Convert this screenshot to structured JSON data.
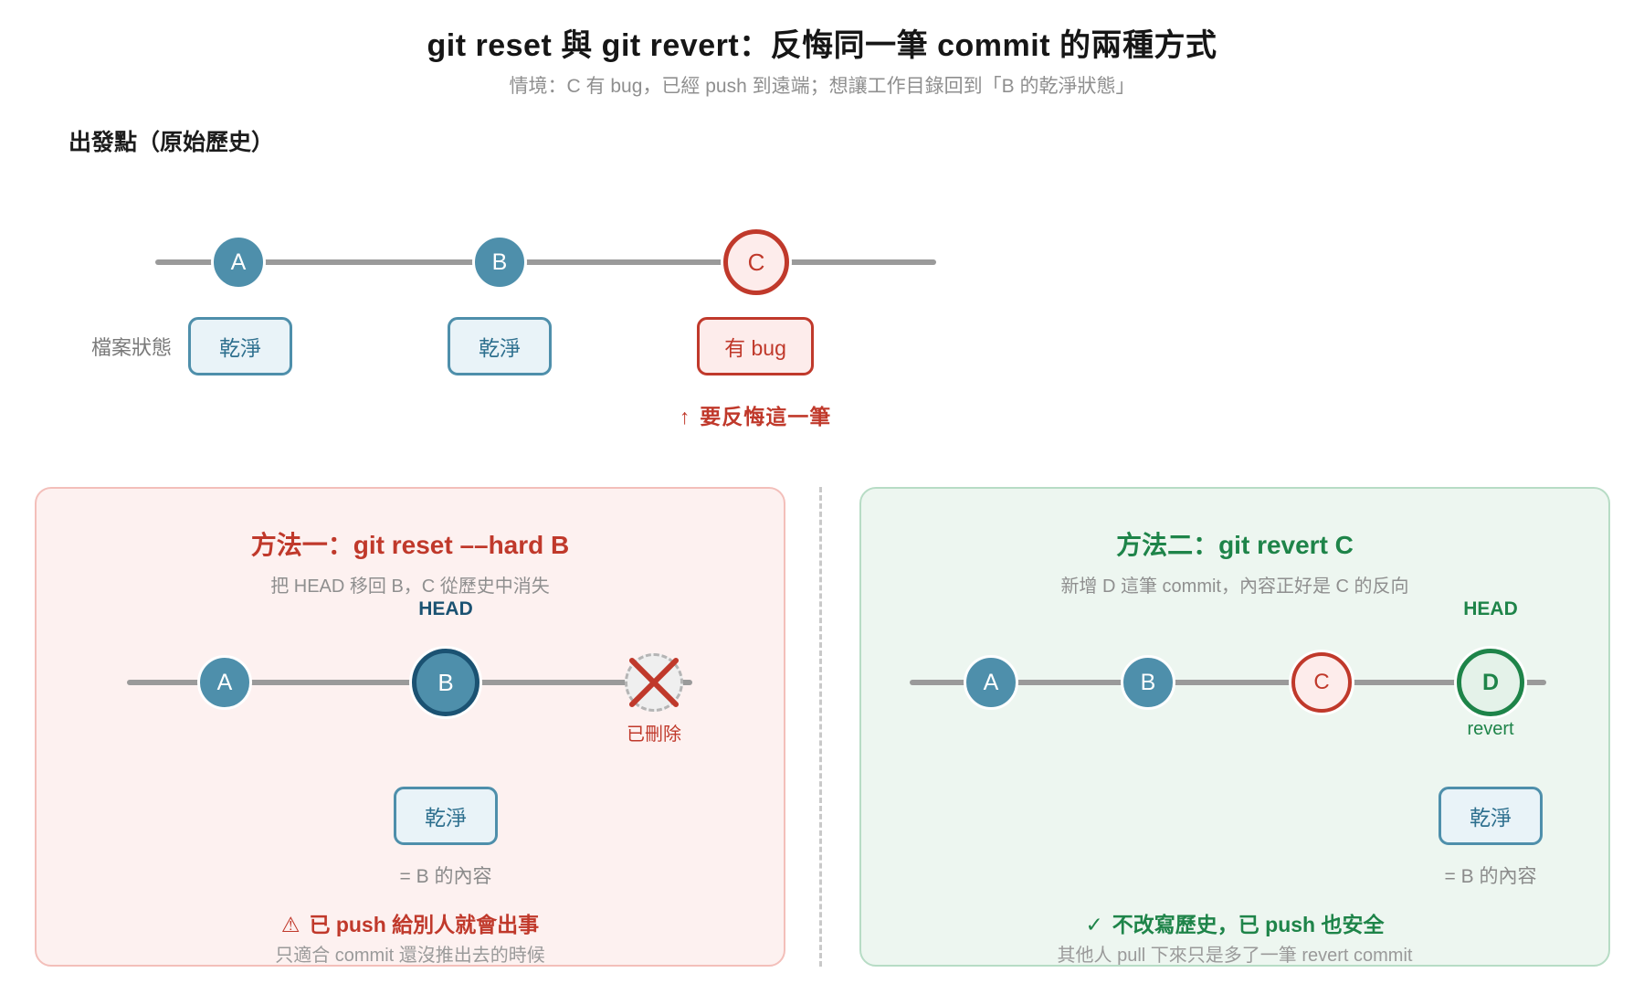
{
  "colors": {
    "teal_node": "#4e8fab",
    "teal_dark": "#1b5272",
    "red_accent": "#c0392b",
    "red_node_bg": "#fdeceb",
    "panel_red_bg": "#fdf1f0",
    "panel_red_border": "#f3bfba",
    "green_accent": "#1e8449",
    "green_node_bg": "#e4f2e9",
    "panel_green_bg": "#edf6f0",
    "panel_green_border": "#b7dcc5",
    "clean_box_bg": "#e9f3f8",
    "clean_box_text": "#2d6f8e",
    "graph_line": "#9a9a9a",
    "muted_text": "#8f8f8f"
  },
  "header": {
    "title": "git reset 與 git revert：反悔同一筆 commit 的兩種方式",
    "subtitle": "情境：C 有 bug，已經 push 到遠端；想讓工作目錄回到「B 的乾淨狀態」"
  },
  "original_history": {
    "heading": "出發點（原始歷史）",
    "files_label": "檔案狀態",
    "commits": [
      {
        "id": "A",
        "state": "乾淨"
      },
      {
        "id": "B",
        "state": "乾淨"
      },
      {
        "id": "C",
        "state": "有 bug"
      }
    ],
    "callout": {
      "icon": "↑",
      "text": "要反悔這一筆"
    }
  },
  "reset_panel": {
    "title": "方法一：git reset ––hard B",
    "subtitle": "把 HEAD 移回 B，C 從歷史中消失",
    "head_label": "HEAD",
    "commits": [
      {
        "id": "A"
      },
      {
        "id": "B"
      }
    ],
    "deleted_label": "已刪除",
    "state_box": "乾淨",
    "state_note": "= B 的內容",
    "verdict": {
      "icon": "⚠",
      "text": "已 push 給別人就會出事"
    },
    "verdict_note": "只適合 commit 還沒推出去的時候"
  },
  "revert_panel": {
    "title": "方法二：git revert C",
    "subtitle": "新增 D 這筆 commit，內容正好是 C 的反向",
    "head_label": "HEAD",
    "revert_label": "revert",
    "commits": [
      {
        "id": "A"
      },
      {
        "id": "B"
      },
      {
        "id": "C"
      },
      {
        "id": "D"
      }
    ],
    "state_box": "乾淨",
    "state_note": "= B 的內容",
    "verdict": {
      "icon": "✓",
      "text": "不改寫歷史，已 push 也安全"
    },
    "verdict_note": "其他人 pull 下來只是多了一筆 revert commit"
  }
}
